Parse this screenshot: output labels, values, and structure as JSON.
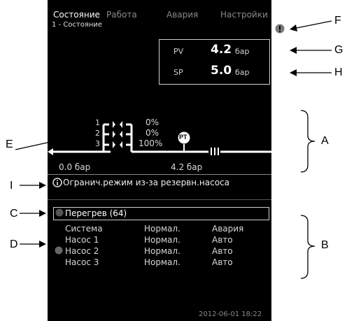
{
  "tabs": [
    {
      "label": "Состояние",
      "active": true
    },
    {
      "label": "Работа",
      "active": false
    },
    {
      "label": "Авария",
      "active": false
    },
    {
      "label": "Настройки",
      "active": false
    }
  ],
  "subtitle": "1 - Состояние",
  "pv": {
    "label": "PV",
    "value": "4.2",
    "unit": "бар"
  },
  "sp": {
    "label": "SP",
    "value": "5.0",
    "unit": "бар"
  },
  "pumps": [
    {
      "num": "1",
      "pct": "0%"
    },
    {
      "num": "2",
      "pct": "0%"
    },
    {
      "num": "3",
      "pct": "100%"
    }
  ],
  "sensor_label": "PT",
  "pressure_in": "0.0 бар",
  "pressure_out": "4.2 бар",
  "info_message": "Огранич.режим из-за резервн.насоса",
  "alarm_row": "Перегрев (64)",
  "status_table": [
    {
      "name": "Система",
      "mode": "Нормал.",
      "state": "Авария"
    },
    {
      "name": "Насос 1",
      "mode": "Нормал.",
      "state": "Авто"
    },
    {
      "name": "Насос 2",
      "mode": "Нормал.",
      "state": "Авто"
    },
    {
      "name": "Насос 3",
      "mode": "Нормал.",
      "state": "Авто"
    }
  ],
  "datetime": "2012-06-01 18:22",
  "callouts": {
    "A": "A",
    "B": "B",
    "C": "C",
    "D": "D",
    "E": "E",
    "F": "F",
    "G": "G",
    "H": "H",
    "I": "I"
  },
  "colors": {
    "screen_bg": "#000000",
    "text": "#d8d8d8",
    "inactive_tab": "#8a8a8a",
    "page_bg": "#ffffff"
  }
}
